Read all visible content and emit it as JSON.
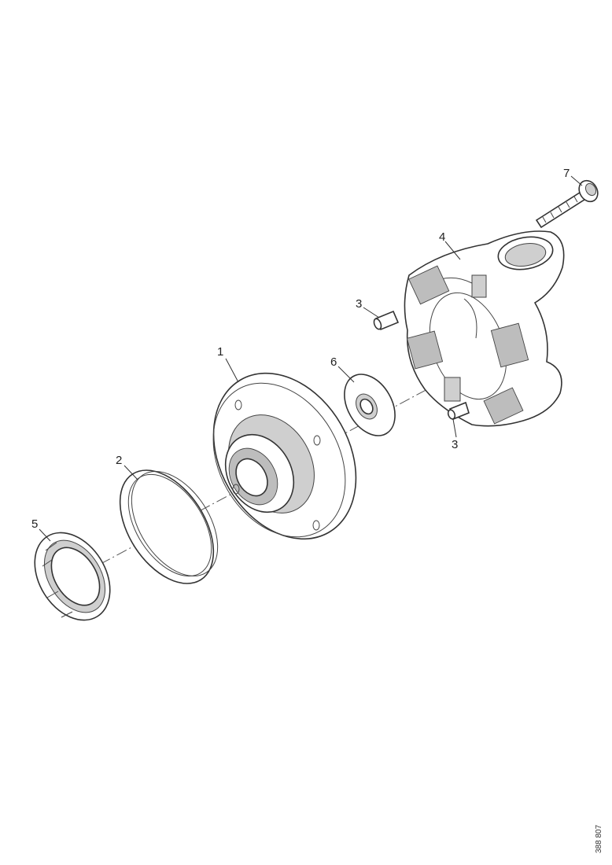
{
  "callouts": [
    {
      "id": "1",
      "label": "1"
    },
    {
      "id": "2",
      "label": "2"
    },
    {
      "id": "3a",
      "label": "3"
    },
    {
      "id": "3b",
      "label": "3"
    },
    {
      "id": "4",
      "label": "4"
    },
    {
      "id": "5",
      "label": "5"
    },
    {
      "id": "6",
      "label": "6"
    },
    {
      "id": "7",
      "label": "7"
    }
  ],
  "drawing_number": "388 807"
}
